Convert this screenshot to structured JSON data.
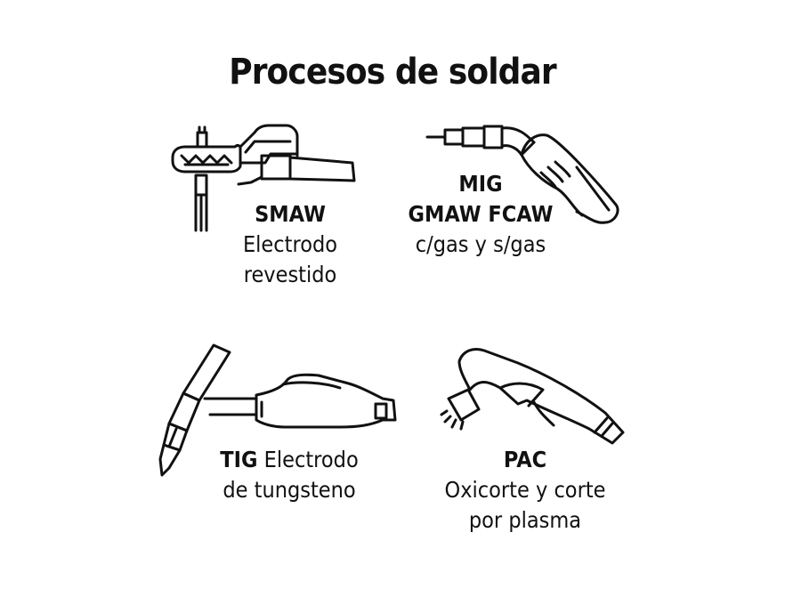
{
  "title": "Procesos de soldar",
  "processes": [
    {
      "code": "SMAW",
      "desc_line1": "Electrodo",
      "desc_line2": "revestido",
      "icon": "electrode-holder-icon"
    },
    {
      "code": "MIG",
      "code_line2": "GMAW FCAW",
      "desc_line1": "c/gas y s/gas",
      "icon": "mig-torch-icon"
    },
    {
      "code": "TIG",
      "desc_line1": "Electrodo",
      "desc_line2": "de tungsteno",
      "icon": "tig-torch-icon"
    },
    {
      "code": "PAC",
      "desc_line1": "Oxicorte y corte",
      "desc_line2": "por plasma",
      "icon": "plasma-torch-icon"
    }
  ],
  "colors": {
    "ink": "#111111",
    "background": "#ffffff"
  }
}
